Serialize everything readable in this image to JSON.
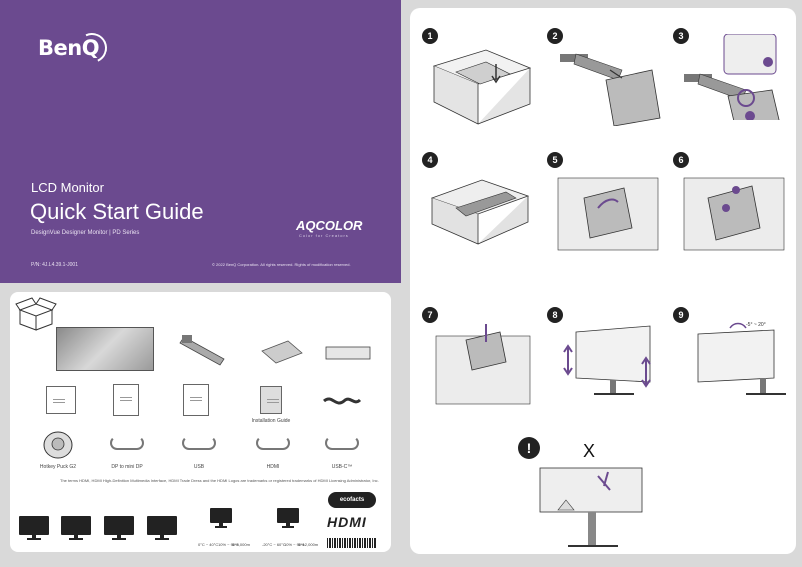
{
  "cover": {
    "brand": "BenQ",
    "product_line": "LCD Monitor",
    "title": "Quick Start Guide",
    "subtitle": "DesignVue Designer Monitor  |  PD Series",
    "aqcolor": "AQCOLOR",
    "aqcolor_sub": "Color for Creators",
    "part_number": "P/N: 4J.L4.39.1-J001",
    "copyright": "© 2022 BenQ Corporation. All rights reserved. Rights of modification reserved."
  },
  "contents": {
    "items": [
      {
        "label": ""
      },
      {
        "label": ""
      },
      {
        "label": ""
      },
      {
        "label": ""
      },
      {
        "label": "Installation Guide"
      },
      {
        "label": "Hotkey Puck G2"
      },
      {
        "label": "DP to mini DP"
      },
      {
        "label": "USB"
      },
      {
        "label": "HDMI"
      },
      {
        "label": "USB-C™"
      }
    ],
    "trademark_note": "The terms HDMI, HDMI High-Definition Multimedia Interface, HDMI Trade Dress and the HDMI Logos are trademarks or registered trademarks of HDMI Licensing Administrator, Inc.",
    "ecofacts": "ecofacts",
    "hdmi_logo": "HDMI",
    "specs": [
      {
        "temp": "0°C ~ 40°C",
        "humidity": "10% ~ 90%",
        "altitude": "0~3,000m"
      },
      {
        "temp": "-20°C ~ 60°C",
        "humidity": "10% ~ 90%",
        "altitude": "0~12,000m"
      }
    ]
  },
  "steps": {
    "numbers": [
      "1",
      "2",
      "3",
      "4",
      "5",
      "6",
      "7",
      "8",
      "9"
    ],
    "tilt_angle": "-5° ~ 20°",
    "warning": "!",
    "do_not": "X"
  },
  "colors": {
    "cover": "#6b4a8f",
    "panel": "#ffffff",
    "background": "#d9d9d9"
  }
}
